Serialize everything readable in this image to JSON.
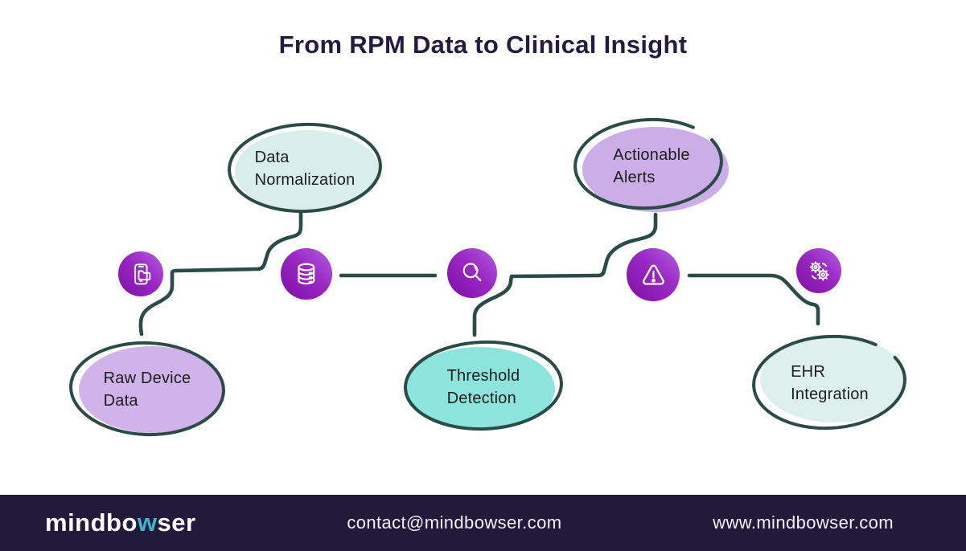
{
  "title": "From RPM Data to Clinical Insight",
  "diagram": {
    "stages": [
      {
        "id": "raw-device-data",
        "icon": "smartphone-folder-icon",
        "label": "Raw Device Data",
        "label_lines": "Raw Device\nData",
        "bubble_color": "#cfb3ea",
        "bubble_position": "below"
      },
      {
        "id": "data-normalization",
        "icon": "database-icon",
        "label": "Data Normalization",
        "label_lines": "Data\nNormalization",
        "bubble_color": "#d8eeec",
        "bubble_position": "above"
      },
      {
        "id": "threshold-detection",
        "icon": "magnifier-icon",
        "label": "Threshold Detection",
        "label_lines": "Threshold\nDetection",
        "bubble_color": "#8ce4dc",
        "bubble_position": "below"
      },
      {
        "id": "actionable-alerts",
        "icon": "warning-triangle-icon",
        "label": "Actionable Alerts",
        "label_lines": "Actionable\nAlerts",
        "bubble_color": "#cbaee8",
        "bubble_position": "above"
      },
      {
        "id": "ehr-integration",
        "icon": "gears-sync-icon",
        "label": "EHR Integration",
        "label_lines": "EHR\nIntegration",
        "bubble_color": "#def0ee",
        "bubble_position": "below"
      }
    ],
    "colors": {
      "connector": "#2b4b46",
      "bubble_border": "#2b4b46",
      "icon_gradient_start": "#b45fe0",
      "icon_gradient_end": "#7d0fa5",
      "title_color": "#241b41"
    }
  },
  "footer": {
    "logo": {
      "part1": "mindbo",
      "accent": "w",
      "part2": "ser"
    },
    "email": "contact@mindbowser.com",
    "website": "www.mindbowser.com",
    "background": "#211a3b",
    "accent_color": "#3fb7c8"
  }
}
